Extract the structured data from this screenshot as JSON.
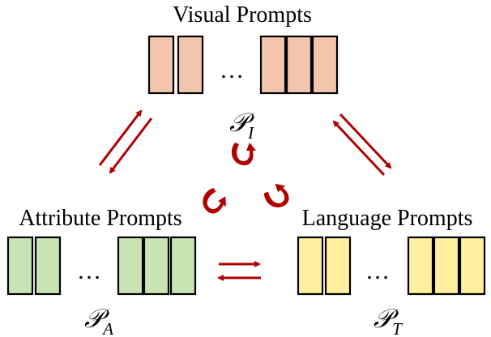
{
  "groups": {
    "visual": {
      "title": "Visual Prompts",
      "ellipsis": "…",
      "symbol": "𝒫",
      "subscript": "I",
      "bar_color": "#f4c5ad"
    },
    "attribute": {
      "title": "Attribute Prompts",
      "ellipsis": "…",
      "symbol": "𝒫",
      "subscript": "A",
      "bar_color": "#c8e3b4"
    },
    "language": {
      "title": "Language Prompts",
      "ellipsis": "…",
      "symbol": "𝒫",
      "subscript": "T",
      "bar_color": "#fff0a0"
    }
  },
  "arrow_color": "#b00000",
  "edges": [
    {
      "between": [
        "visual",
        "attribute"
      ],
      "type": "bidirectional"
    },
    {
      "between": [
        "visual",
        "language"
      ],
      "type": "bidirectional"
    },
    {
      "between": [
        "attribute",
        "language"
      ],
      "type": "bidirectional"
    }
  ],
  "self_loops": [
    "visual",
    "attribute",
    "language"
  ]
}
